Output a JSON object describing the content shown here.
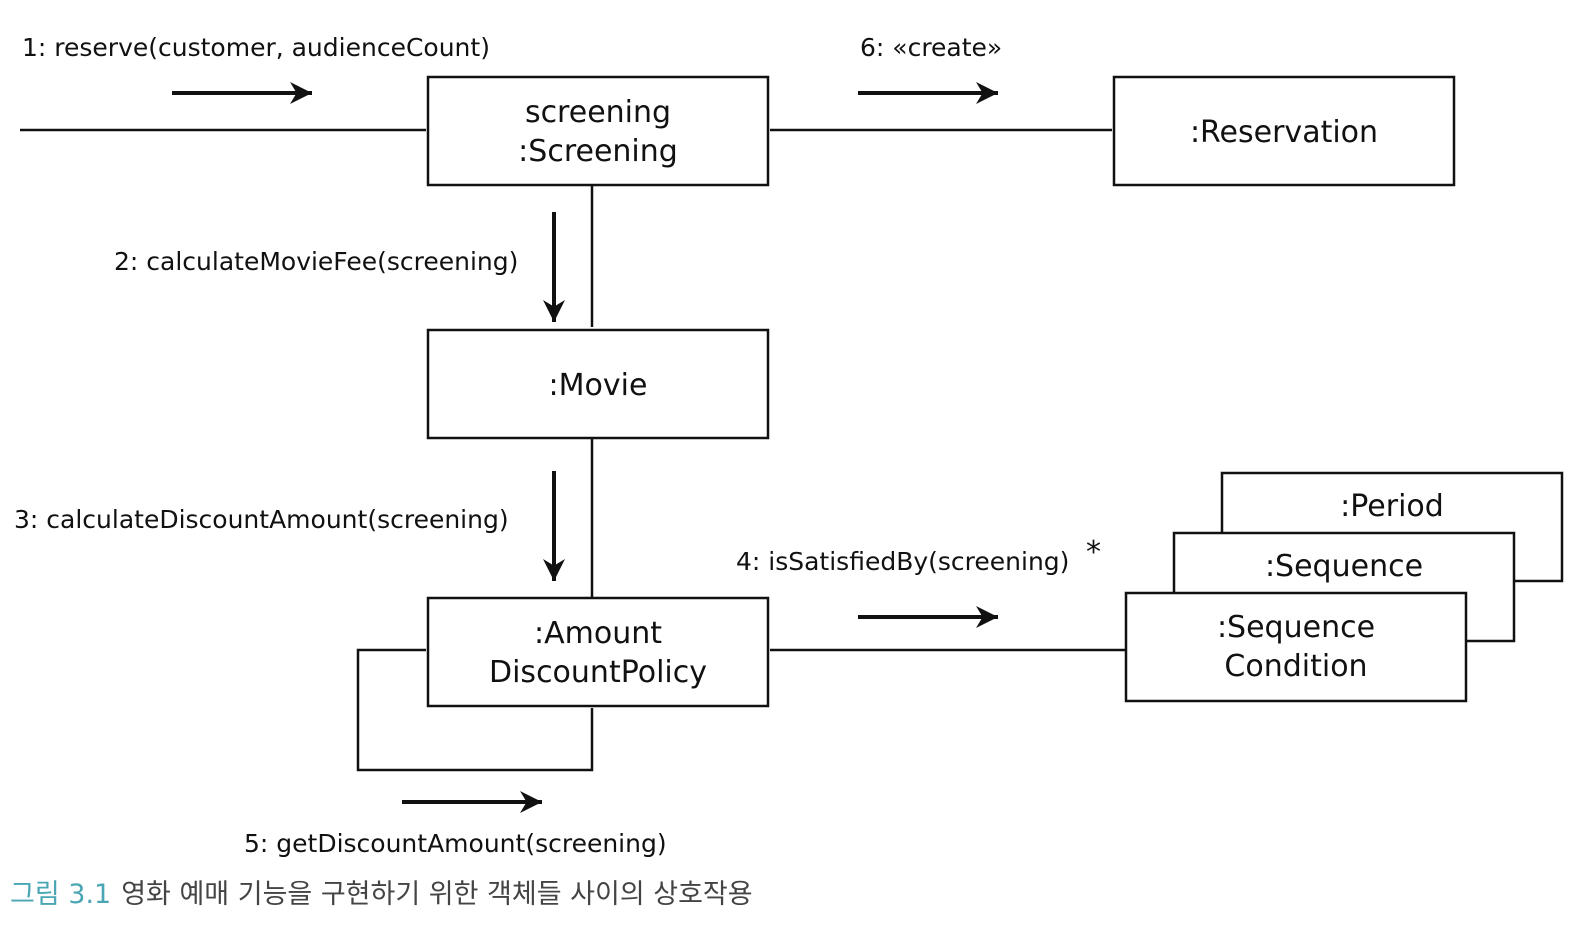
{
  "objects": {
    "screening": [
      "screening",
      ":Screening"
    ],
    "reservation": [
      ":Reservation"
    ],
    "movie": [
      ":Movie"
    ],
    "policy": [
      ":Amount",
      "DiscountPolicy"
    ],
    "period": [
      ":Period"
    ],
    "sequence": [
      ":Sequence"
    ],
    "sequence_condition": [
      ":Sequence",
      "Condition"
    ]
  },
  "messages": {
    "m1": "1: reserve(customer, audienceCount)",
    "m2": "2: calculateMovieFee(screening)",
    "m3": "3: calculateDiscountAmount(screening)",
    "m4": "4: isSatisfiedBy(screening)",
    "m4_multiplicity": "*",
    "m5": "5: getDiscountAmount(screening)",
    "m6": "6: «create»"
  },
  "caption": {
    "number": "그림 3.1",
    "text": "영화 예매 기능을 구현하기 위한 객체들 사이의 상호작용"
  },
  "colors": {
    "caption_number": "#4aa6b4",
    "caption_text": "#444444",
    "lines": "#111111"
  }
}
